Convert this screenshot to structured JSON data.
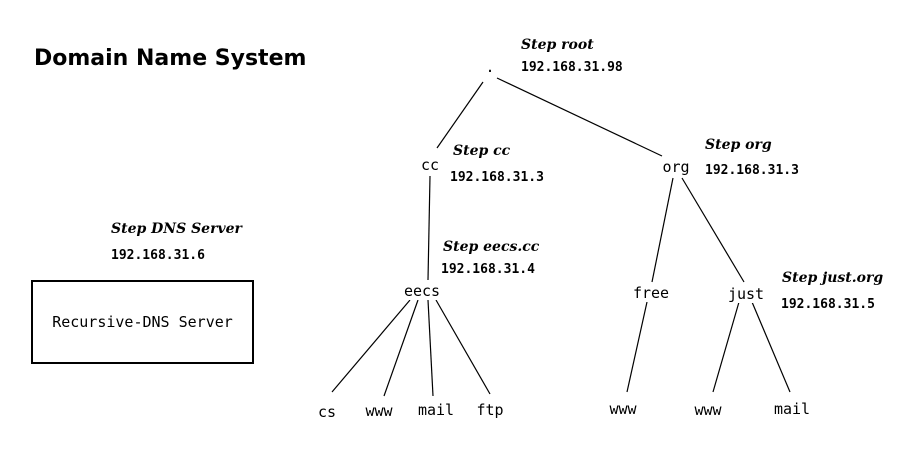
{
  "title": "Domain Name System",
  "nodes": {
    "root": ".",
    "cc": "cc",
    "org": "org",
    "eecs": "eecs",
    "free": "free",
    "just": "just",
    "cs": "cs",
    "eecs_www": "www",
    "eecs_mail": "mail",
    "ftp": "ftp",
    "free_www": "www",
    "just_www": "www",
    "just_mail": "mail"
  },
  "annotations": {
    "root": {
      "step": "Step root",
      "ip": "192.168.31.98"
    },
    "cc": {
      "step": "Step cc",
      "ip": "192.168.31.3"
    },
    "org": {
      "step": "Step org",
      "ip": "192.168.31.3"
    },
    "eecs": {
      "step": "Step eecs.cc",
      "ip": "192.168.31.4"
    },
    "just": {
      "step": "Step just.org",
      "ip": "192.168.31.5"
    },
    "dns_server": {
      "step": "Step DNS Server",
      "ip": "192.168.31.6"
    }
  },
  "server_box": {
    "label": "Recursive-DNS Server"
  }
}
